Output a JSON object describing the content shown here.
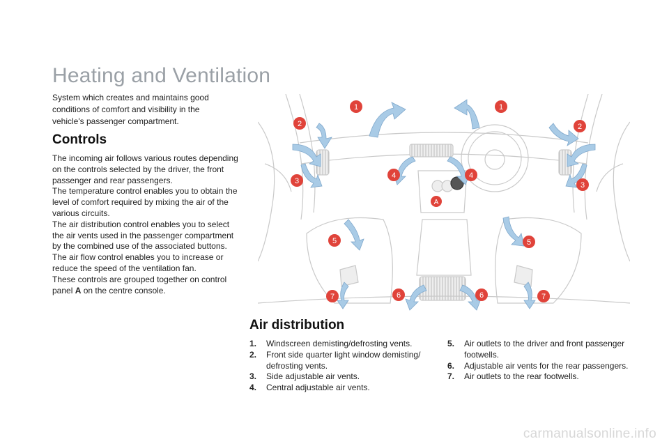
{
  "page": {
    "title": "Heating and Ventilation",
    "intro": "System which creates and maintains good conditions of comfort and visibility in the vehicle's passenger compartment."
  },
  "controls": {
    "heading": "Controls",
    "para1": "The incoming air follows various routes depending on the controls selected by the driver, the front passenger and rear passengers.",
    "para2": "The temperature control enables you to obtain the level of comfort required by mixing the air of the various circuits.",
    "para3": "The air distribution control enables you to select the air vents used in the passenger compartment by the combined use of the associated buttons.",
    "para4": "The air flow control enables you to increase or reduce the speed of the ventilation fan.",
    "para5_before": "These controls are grouped together on control panel ",
    "para5_bold": "A",
    "para5_after": " on the centre console."
  },
  "air_distribution": {
    "heading": "Air distribution",
    "items": [
      {
        "num": "1.",
        "text": "Windscreen demisting/defrosting vents."
      },
      {
        "num": "2.",
        "text": "Front side quarter light window demisting/ defrosting vents."
      },
      {
        "num": "3.",
        "text": "Side adjustable air vents."
      },
      {
        "num": "4.",
        "text": "Central adjustable air vents."
      },
      {
        "num": "5.",
        "text": "Air outlets to the driver and front passenger footwells."
      },
      {
        "num": "6.",
        "text": "Adjustable air vents for the rear passengers."
      },
      {
        "num": "7.",
        "text": "Air outlets to the rear footwells."
      }
    ]
  },
  "illustration": {
    "badges": [
      "1",
      "1",
      "2",
      "2",
      "3",
      "3",
      "4",
      "4",
      "5",
      "5",
      "6",
      "6",
      "7",
      "7",
      "A"
    ],
    "badge_color": "#e0433a",
    "arrow_color": "#a9cbe6",
    "line_color": "#c9c9c9"
  },
  "footer": {
    "watermark": "carmanualsonline.info"
  }
}
